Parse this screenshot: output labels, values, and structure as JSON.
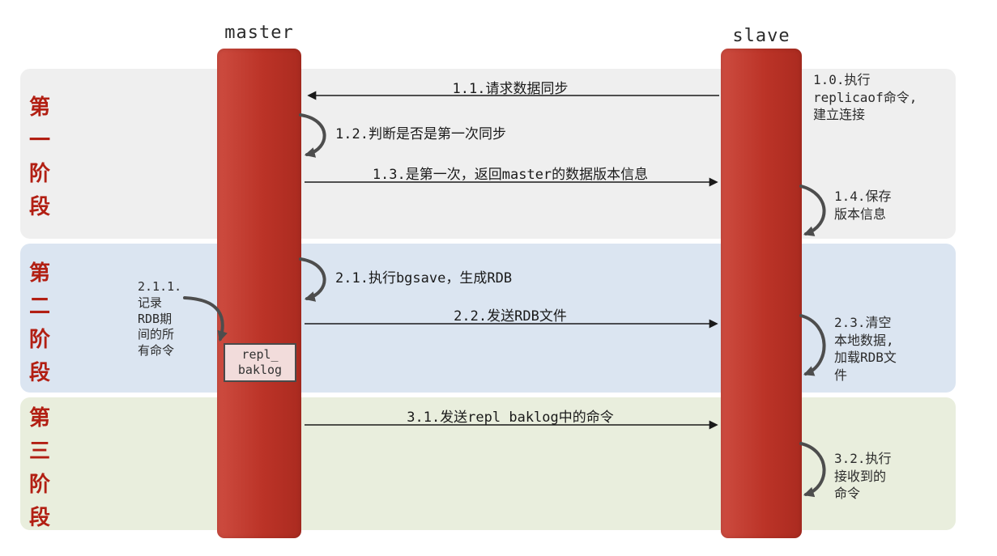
{
  "diagram": {
    "lifelines": {
      "master": "master",
      "slave": "slave"
    },
    "phases": [
      {
        "label": "第一阶段"
      },
      {
        "label": "第二阶段"
      },
      {
        "label": "第三阶段"
      }
    ],
    "nodes": {
      "repl_baklog": "repl_\nbaklog"
    },
    "messages": {
      "m10": "1.0.执行\nreplicaof命令,\n建立连接",
      "m11": "1.1.请求数据同步",
      "m12": "1.2.判断是否是第一次同步",
      "m13": "1.3.是第一次，返回master的数据版本信息",
      "m14": "1.4.保存\n版本信息",
      "m21": "2.1.执行bgsave，生成RDB",
      "m211": "2.1.1.\n记录\nRDB期\n间的所\n有命令",
      "m22": "2.2.发送RDB文件",
      "m23": "2.3.清空\n本地数据,\n加载RDB文\n件",
      "m31": "3.1.发送repl_baklog中的命令",
      "m32": "3.2.执行\n接收到的\n命令"
    },
    "colors": {
      "lifeline_red": "#bb3327",
      "phase1_bg": "#efefef",
      "phase2_bg": "#dbe5f1",
      "phase3_bg": "#e9eedd",
      "phase_label_red": "#b21f13",
      "baklog_bg": "#f2dcdb",
      "arrow_black": "#1a1a1a",
      "loop_gray": "#4d4d4d"
    }
  }
}
